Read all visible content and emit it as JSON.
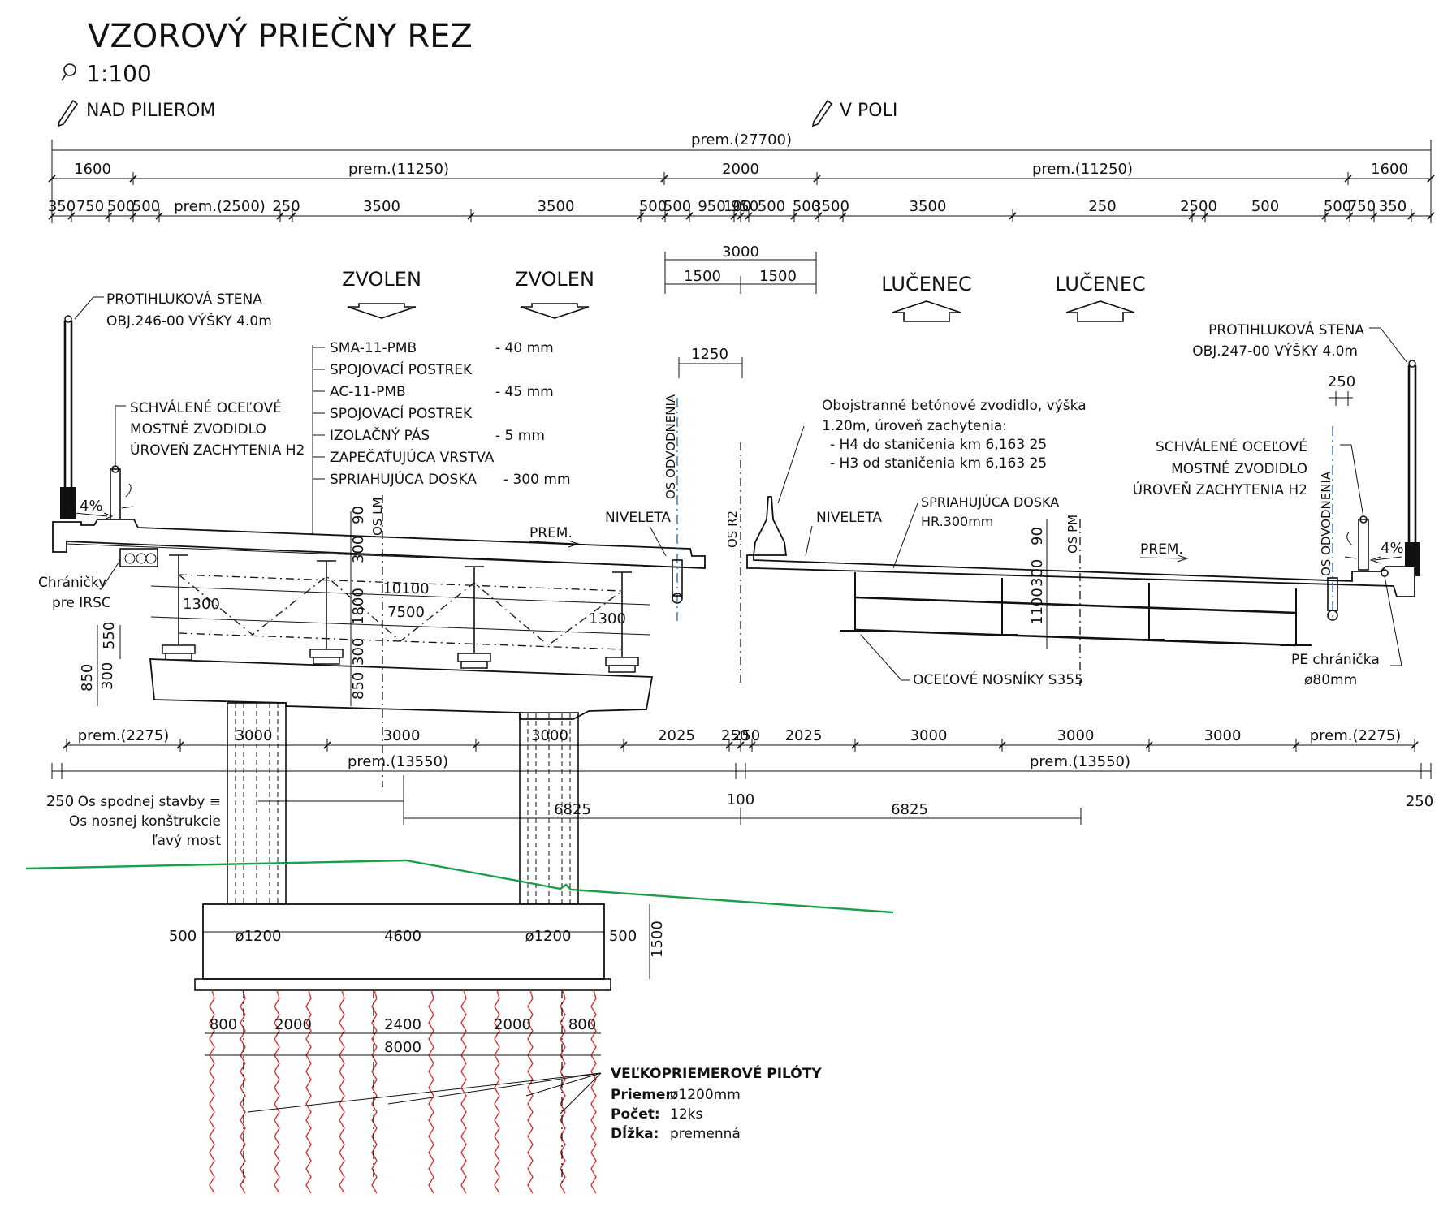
{
  "title": "VZOROVÝ PRIEČNY REZ",
  "scale": "1:100",
  "section_left": "NAD PILIEROM",
  "section_right": "V POLI",
  "top_dims": {
    "overall": "prem.(27700)",
    "row2": [
      "1600",
      "prem.(11250)",
      "2000",
      "prem.(11250)",
      "1600"
    ],
    "row3": [
      "350",
      "750",
      "500",
      "500",
      "prem.(2500)",
      "250",
      "3500",
      "3500",
      "500",
      "500",
      "950",
      "100",
      "950",
      "500",
      "500",
      "3500",
      "3500",
      "250",
      "2500",
      "500",
      "500",
      "750",
      "350"
    ],
    "median": "3000",
    "median_halves": [
      "1500",
      "1500"
    ],
    "dim_1250": "1250",
    "dim_250": "250"
  },
  "directions": {
    "left": [
      "ZVOLEN",
      "ZVOLEN"
    ],
    "right": [
      "LUČENEC",
      "LUČENEC"
    ]
  },
  "noise_wall_left": [
    "PROTIHLUKOVÁ STENA",
    "OBJ.246-00 VÝŠKY 4.0m"
  ],
  "noise_wall_right": [
    "PROTIHLUKOVÁ STENA",
    "OBJ.247-00 VÝŠKY 4.0m"
  ],
  "guardrail_left": [
    "SCHVÁLENÉ OCEĽOVÉ",
    "MOSTNÉ ZVODIDLO",
    "ÚROVEŇ ZACHYTENIA H2"
  ],
  "guardrail_right": [
    "SCHVÁLENÉ OCEĽOVÉ",
    "MOSTNÉ ZVODIDLO",
    "ÚROVEŇ ZACHYTENIA H2"
  ],
  "layers": [
    {
      "name": "SMA-11-PMB",
      "value": "- 40 mm"
    },
    {
      "name": "SPOJOVACÍ POSTREK",
      "value": ""
    },
    {
      "name": "AC-11-PMB",
      "value": "- 45 mm"
    },
    {
      "name": "SPOJOVACÍ POSTREK",
      "value": ""
    },
    {
      "name": "IZOLAČNÝ PÁS",
      "value": "- 5 mm"
    },
    {
      "name": "ZAPEČAŤUJÚCA VRSTVA",
      "value": ""
    },
    {
      "name": "SPRIAHUJÚCA DOSKA",
      "value": "- 300 mm"
    }
  ],
  "barrier_note": [
    "Obojstranné betónové zvodidlo, výška",
    "1.20m, úroveň zachytenia:",
    "- H4 do staničenia km 6,163 25",
    "- H3 od staničenia km 6,163 25"
  ],
  "deck_note": [
    "SPRIAHUJÚCA DOSKA",
    "HR.300mm"
  ],
  "axes": {
    "os_lm": "OS LM",
    "os_pm": "OS PM",
    "os_r2": "OS R2",
    "os_odvodnenia": "OS ODVODNENIA",
    "niveleta": "NIVELETA",
    "prem": "PREM."
  },
  "slope": "4%",
  "chranicky": [
    "Chráničky",
    "pre IRSC"
  ],
  "steel_girders": "OCEĽOVÉ NOSNÍKY S355",
  "pe_note": [
    "PE chránička",
    "ø80mm"
  ],
  "section_dims": {
    "d10100": "10100",
    "d7500": "7500",
    "d1300a": "1300",
    "d1300b": "1300",
    "v90a": "90",
    "v300a": "300",
    "v1800": "1800",
    "v300b": "300",
    "v850": "850",
    "v90b": "90",
    "v300c": "300",
    "v1100": "1100",
    "v550": "550",
    "v850b": "850",
    "v300d": "300"
  },
  "bottom_dims_left": [
    "prem.(2275)",
    "3000",
    "3000",
    "3000",
    "2025",
    "250"
  ],
  "bottom_dims_right": [
    "250",
    "2025",
    "3000",
    "3000",
    "3000",
    "prem.(2275)"
  ],
  "bottom_total": [
    "prem.(13550)",
    "prem.(13550)"
  ],
  "edge_dims": [
    "250",
    "100",
    "250"
  ],
  "offset_dims": [
    "6825",
    "6825"
  ],
  "axis_note": [
    "Os spodnej stavby ≡",
    "Os nosnej konštrukcie",
    "ľavý most"
  ],
  "footing_dims": [
    "500",
    "ø1200",
    "4600",
    "ø1200",
    "500"
  ],
  "footing_height": "1500",
  "pile_dims": [
    "800",
    "2000",
    "2400",
    "2000",
    "800"
  ],
  "pile_total": "8000",
  "piles_note": {
    "title": "VEĽKOPRIEMEROVÉ PILÓTY",
    "rows": [
      {
        "label": "Priemer:",
        "value": "ø1200mm"
      },
      {
        "label": "Počet:",
        "value": "12ks"
      },
      {
        "label": "Dĺžka:",
        "value": "premenná"
      }
    ]
  },
  "colors": {
    "ground": "#1aa04a",
    "piles": "#d63333",
    "drain_axis": "#3a7fd0"
  }
}
